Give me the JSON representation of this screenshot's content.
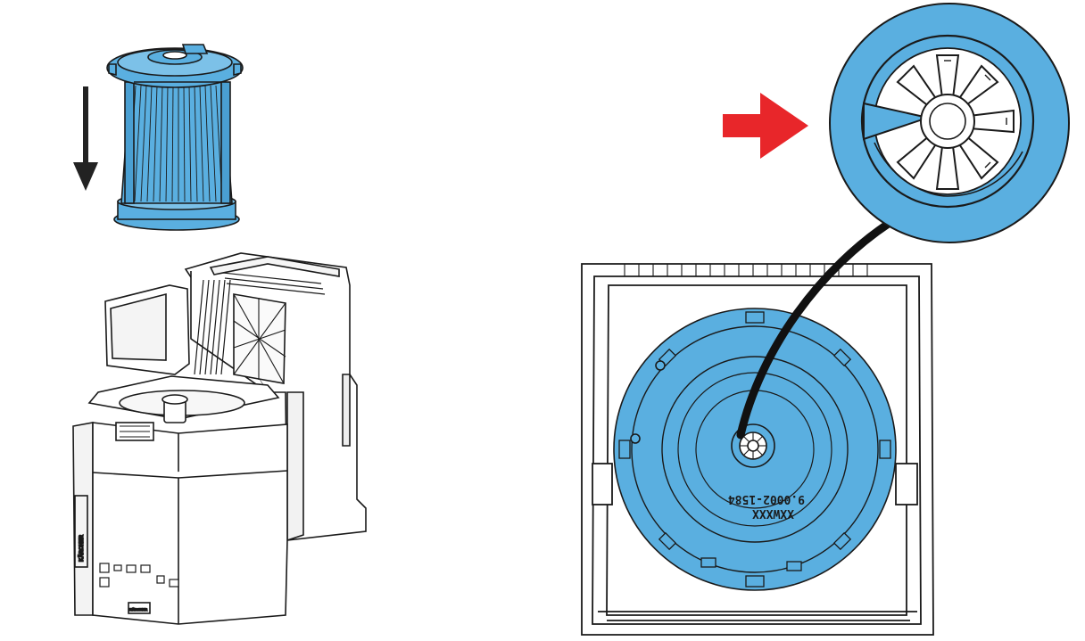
{
  "colors": {
    "accent_blue": "#5aafe0",
    "outline": "#1a1a1a",
    "arrow_red": "#e8262a",
    "arrow_dark": "#222222",
    "background": "#ffffff"
  },
  "illustration": {
    "left_panel": {
      "direction_arrow": "arrow-down-icon",
      "brand_label": "KÄRCHER",
      "bottom_label": "KÄRCHER"
    },
    "right_panel": {
      "direction_arrow": "arrow-right-icon",
      "engraving_line1": "XXWXXX",
      "engraving_line2": "9.0002-1584"
    }
  }
}
